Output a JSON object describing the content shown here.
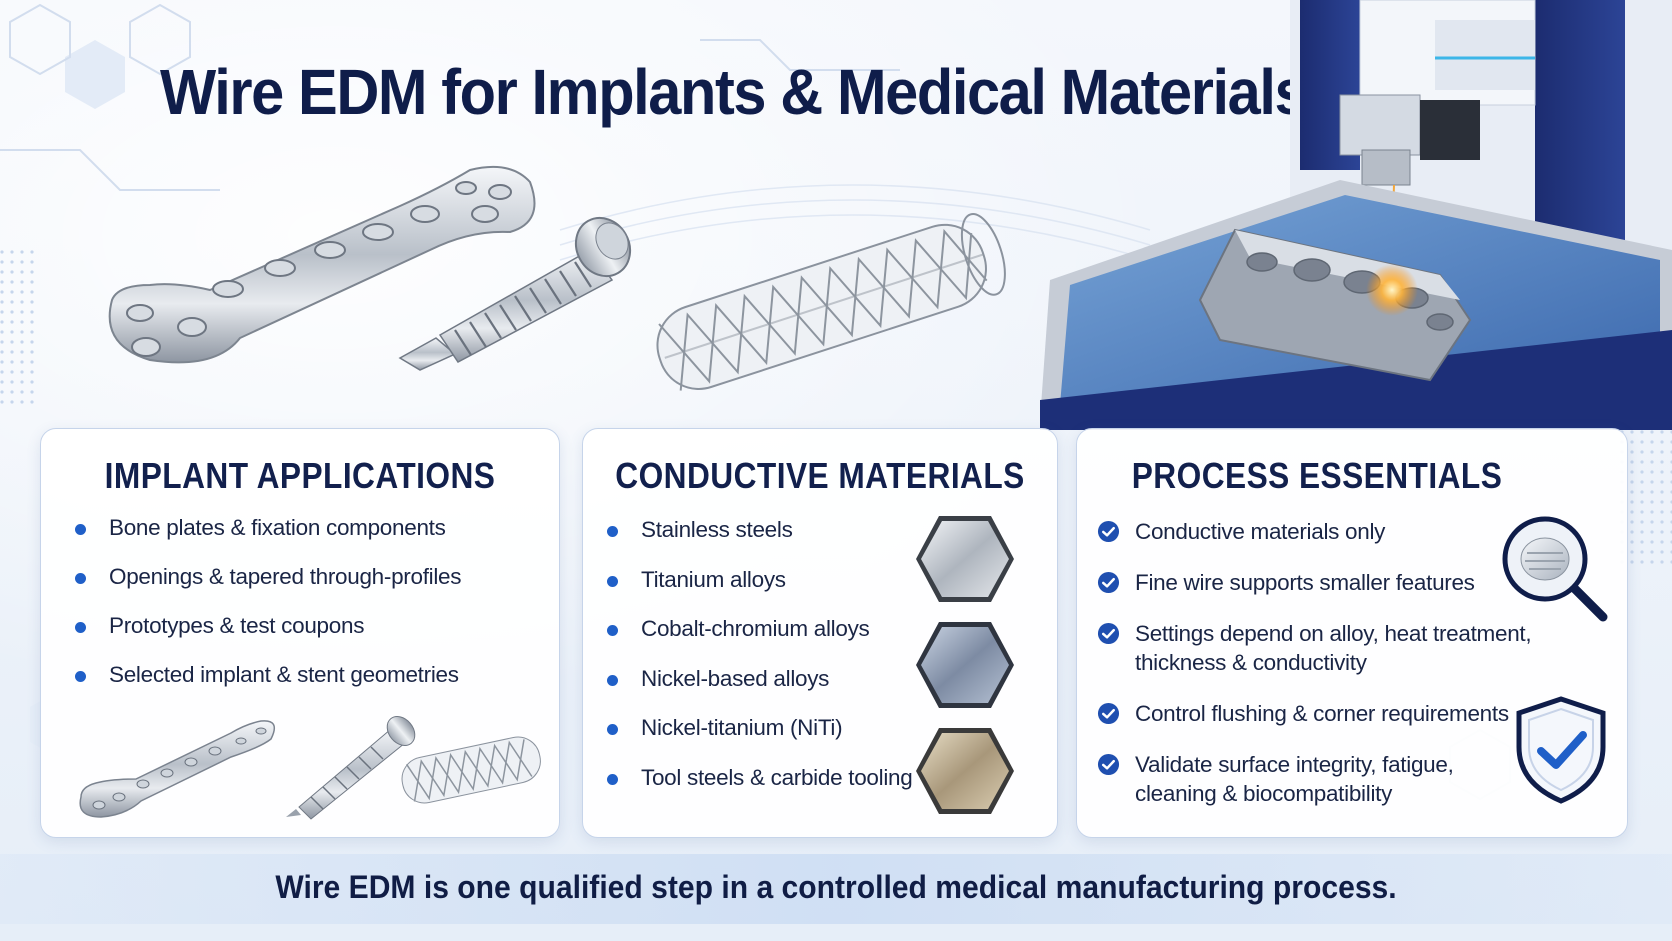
{
  "title": "Wire EDM for Implants & Medical Materials",
  "colors": {
    "navy": "#0f1d4a",
    "accent_blue": "#1f5fc8",
    "machine_blue": "#1d2f78",
    "card_border": "#c6d4ea"
  },
  "hero_images": {
    "bone_plate": "bone-plate-image",
    "bone_screw": "bone-screw-image",
    "stent": "stent-image",
    "edm_machine": "wire-edm-machine-image"
  },
  "implant_applications": {
    "heading": "IMPLANT APPLICATIONS",
    "items": [
      "Bone plates & fixation components",
      "Openings & tapered through-profiles",
      "Prototypes & test coupons",
      "Selected implant & stent geometries"
    ]
  },
  "conductive_materials": {
    "heading": "CONDUCTIVE MATERIALS",
    "items": [
      "Stainless steels",
      "Titanium alloys",
      "Cobalt-chromium alloys",
      "Nickel-based alloys",
      "Nickel-titanium (NiTi)",
      "Tool steels & carbide tooling"
    ],
    "swatches": [
      "steel-swatch",
      "titanium-swatch",
      "bronze-swatch"
    ]
  },
  "process_essentials": {
    "heading": "PROCESS ESSENTIALS",
    "items": [
      [
        "Conductive materials only"
      ],
      [
        "Fine wire supports smaller features"
      ],
      [
        "Settings depend on alloy, heat treatment,",
        "thickness & conductivity"
      ],
      [
        "Control flushing & corner requirements"
      ],
      [
        "Validate surface integrity, fatigue,",
        "cleaning & biocompatibility"
      ]
    ],
    "icons": [
      "magnifier-icon",
      "shield-check-icon"
    ]
  },
  "footer": "Wire EDM is one qualified step in a controlled medical manufacturing process."
}
